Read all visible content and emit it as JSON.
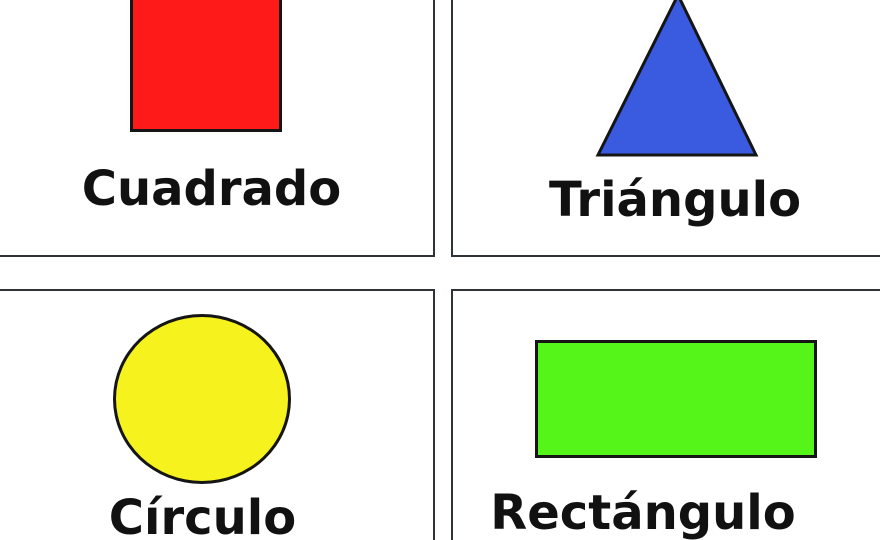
{
  "shapes": {
    "square": {
      "label": "Cuadrado",
      "color": "#ff1a1a",
      "icon": "square-icon"
    },
    "triangle": {
      "label": "Triángulo",
      "color": "#3a5ae0",
      "icon": "triangle-icon"
    },
    "circle": {
      "label": "Círculo",
      "color": "#f5f21e",
      "icon": "circle-icon"
    },
    "rectangle": {
      "label": "Rectángulo",
      "color": "#55f51a",
      "icon": "rectangle-icon"
    }
  },
  "colors": {
    "background": "#ffffff",
    "card_border": "#2e3338",
    "shape_outline": "#151515",
    "text": "#111111"
  }
}
